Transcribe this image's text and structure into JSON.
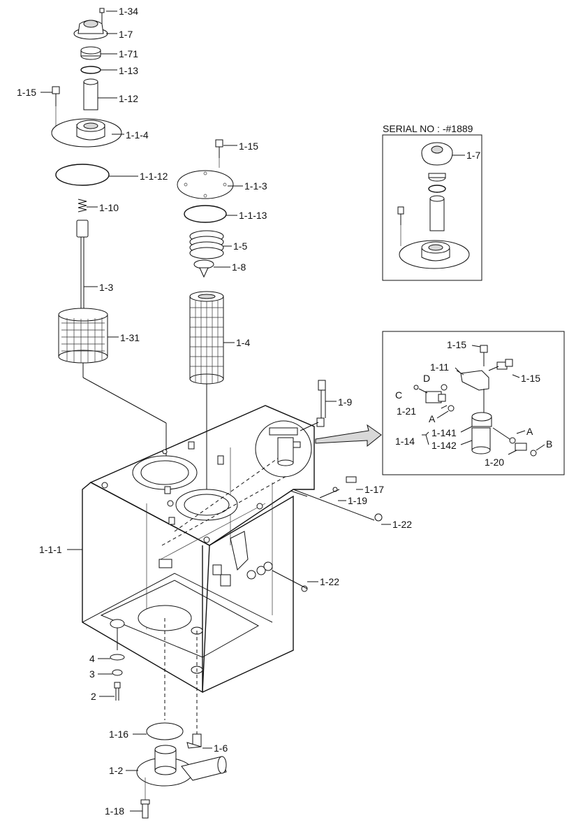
{
  "labels": {
    "l_1_34": "1-34",
    "l_1_7_top": "1-7",
    "l_1_71": "1-71",
    "l_1_13": "1-13",
    "l_1_15_left": "1-15",
    "l_1_12": "1-12",
    "l_1_1_4": "1-1-4",
    "l_1_1_12": "1-1-12",
    "l_1_10": "1-10",
    "l_1_3": "1-3",
    "l_1_31": "1-31",
    "l_1_15_mid": "1-15",
    "l_1_1_3": "1-1-3",
    "l_1_1_13": "1-1-13",
    "l_1_5": "1-5",
    "l_1_8": "1-8",
    "l_1_4": "1-4",
    "l_1_9": "1-9",
    "l_1_17": "1-17",
    "l_1_19": "1-19",
    "l_1_22_a": "1-22",
    "l_1_22_b": "1-22",
    "l_1_1_1": "1-1-1",
    "l_4": "4",
    "l_3": "3",
    "l_2": "2",
    "l_1_16": "1-16",
    "l_1_6": "1-6",
    "l_1_2": "1-2",
    "l_1_18": "1-18",
    "serial_title": "SERIAL NO : -#1889",
    "l_1_7_inset": "1-7",
    "l_1_15_r1": "1-15",
    "l_1_11": "1-11",
    "l_1_15_r2": "1-15",
    "l_c": "C",
    "l_d": "D",
    "l_1_21": "1-21",
    "l_a1": "A",
    "l_1_14": "1-14",
    "l_1_141": "1-141",
    "l_1_142": "1-142",
    "l_a2": "A",
    "l_b": "B",
    "l_1_20": "1-20"
  }
}
